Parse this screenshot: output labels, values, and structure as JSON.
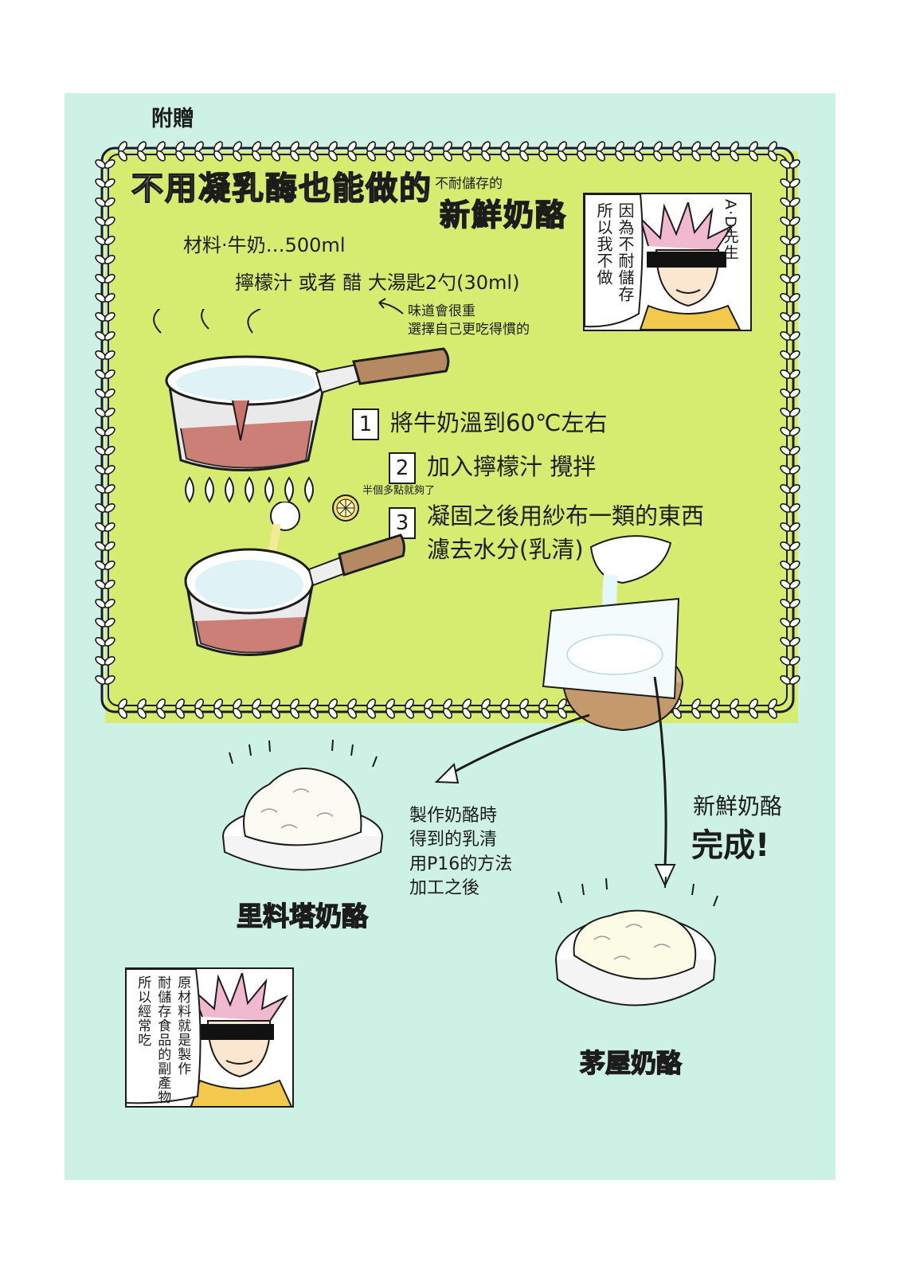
{
  "page": {
    "background_color": "#cdf1e4",
    "panel_color": "#d6ec71"
  },
  "header": {
    "label": "附贈"
  },
  "recipe": {
    "title_main": "不用凝乳酶也能做的",
    "title_small": "不耐儲存的",
    "title_sub": "新鮮奶酪",
    "ingredients": {
      "line1": "材料·牛奶…500ml",
      "line2": "擰檬汁 或者 醋 大湯匙2勺(30ml)",
      "note_line1": "味道會很重",
      "note_line2": "選擇自己更吃得慣的"
    },
    "lemon_note": "半個多點就夠了",
    "steps": [
      {
        "number": "1",
        "text": "將牛奶溫到60℃左右"
      },
      {
        "number": "2",
        "text": "加入擰檬汁 攪拌"
      },
      {
        "number": "3",
        "text_line1": "凝固之後用紗布一類的東西",
        "text_line2": "濾去水分(乳清)"
      }
    ]
  },
  "character_top": {
    "name": "A·D先生",
    "speech_col1": "因為不耐儲存",
    "speech_col2": "所以我不做"
  },
  "ricotta": {
    "label": "里料塔奶酪",
    "note_lines": [
      "製作奶酪時",
      "得到的乳清",
      "用P16的方法",
      "加工之後"
    ]
  },
  "cottage": {
    "label": "茅屋奶酪",
    "done_line1": "新鮮奶酪",
    "done_line2": "完成!"
  },
  "character_bottom": {
    "speech_col1": "原材料就是製作",
    "speech_col2": "耐儲存食品的副產物",
    "speech_col3": "所以經常吃"
  }
}
